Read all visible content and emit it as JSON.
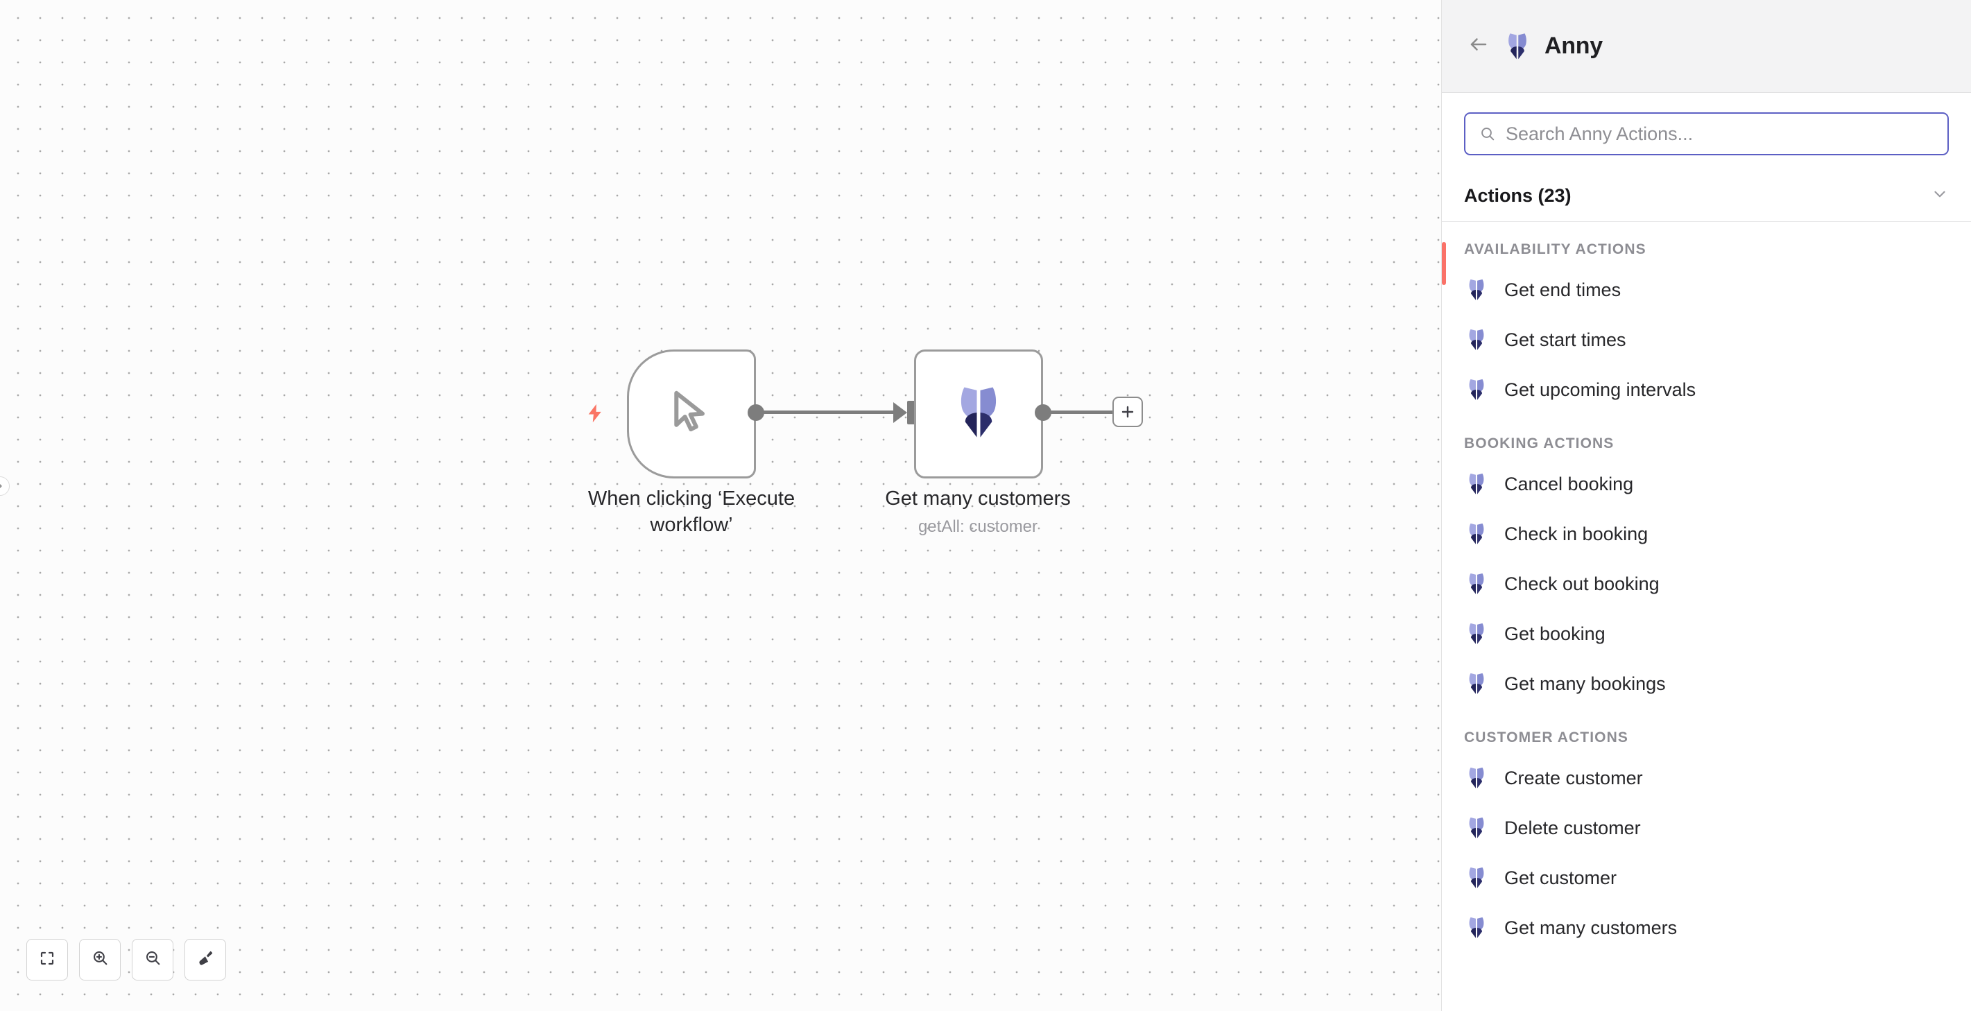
{
  "canvas": {
    "collapse_handle_icon": "chevron-right-icon",
    "trigger_node": {
      "icon": "mouse-pointer-icon",
      "badge_icon": "lightning-bolt-icon",
      "caption": "When clicking ‘Execute workflow’"
    },
    "action_node": {
      "icon": "anny-butterfly-icon",
      "caption": "Get many customers",
      "subcaption": "getAll: customer"
    },
    "add_node_button_label": "+",
    "toolbar": [
      {
        "name": "zoom-to-fit-button",
        "icon": "fit-view-icon"
      },
      {
        "name": "zoom-in-button",
        "icon": "zoom-in-icon"
      },
      {
        "name": "zoom-out-button",
        "icon": "zoom-out-icon"
      },
      {
        "name": "tidy-up-button",
        "icon": "broom-icon"
      }
    ]
  },
  "panel": {
    "back_icon": "arrow-left-icon",
    "logo_icon": "anny-butterfly-icon",
    "title": "Anny",
    "search": {
      "icon": "search-icon",
      "placeholder": "Search Anny Actions...",
      "value": ""
    },
    "actions_header": {
      "label": "Actions (23)",
      "chevron_icon": "chevron-down-icon"
    },
    "groups": [
      {
        "label": "AVAILABILITY ACTIONS",
        "items": [
          {
            "label": "Get end times",
            "icon": "anny-butterfly-icon"
          },
          {
            "label": "Get start times",
            "icon": "anny-butterfly-icon"
          },
          {
            "label": "Get upcoming intervals",
            "icon": "anny-butterfly-icon"
          }
        ]
      },
      {
        "label": "BOOKING ACTIONS",
        "items": [
          {
            "label": "Cancel booking",
            "icon": "anny-butterfly-icon"
          },
          {
            "label": "Check in booking",
            "icon": "anny-butterfly-icon"
          },
          {
            "label": "Check out booking",
            "icon": "anny-butterfly-icon"
          },
          {
            "label": "Get booking",
            "icon": "anny-butterfly-icon"
          },
          {
            "label": "Get many bookings",
            "icon": "anny-butterfly-icon"
          }
        ]
      },
      {
        "label": "CUSTOMER ACTIONS",
        "items": [
          {
            "label": "Create customer",
            "icon": "anny-butterfly-icon"
          },
          {
            "label": "Delete customer",
            "icon": "anny-butterfly-icon"
          },
          {
            "label": "Get customer",
            "icon": "anny-butterfly-icon"
          },
          {
            "label": "Get many customers",
            "icon": "anny-butterfly-icon"
          }
        ]
      }
    ]
  },
  "colors": {
    "accent_purple": "#5c5fc4",
    "accent_red": "#fa7268",
    "node_border": "#9b9b9b",
    "butterfly_light": "#8b8fd4",
    "butterfly_dark": "#2d2f6e"
  }
}
